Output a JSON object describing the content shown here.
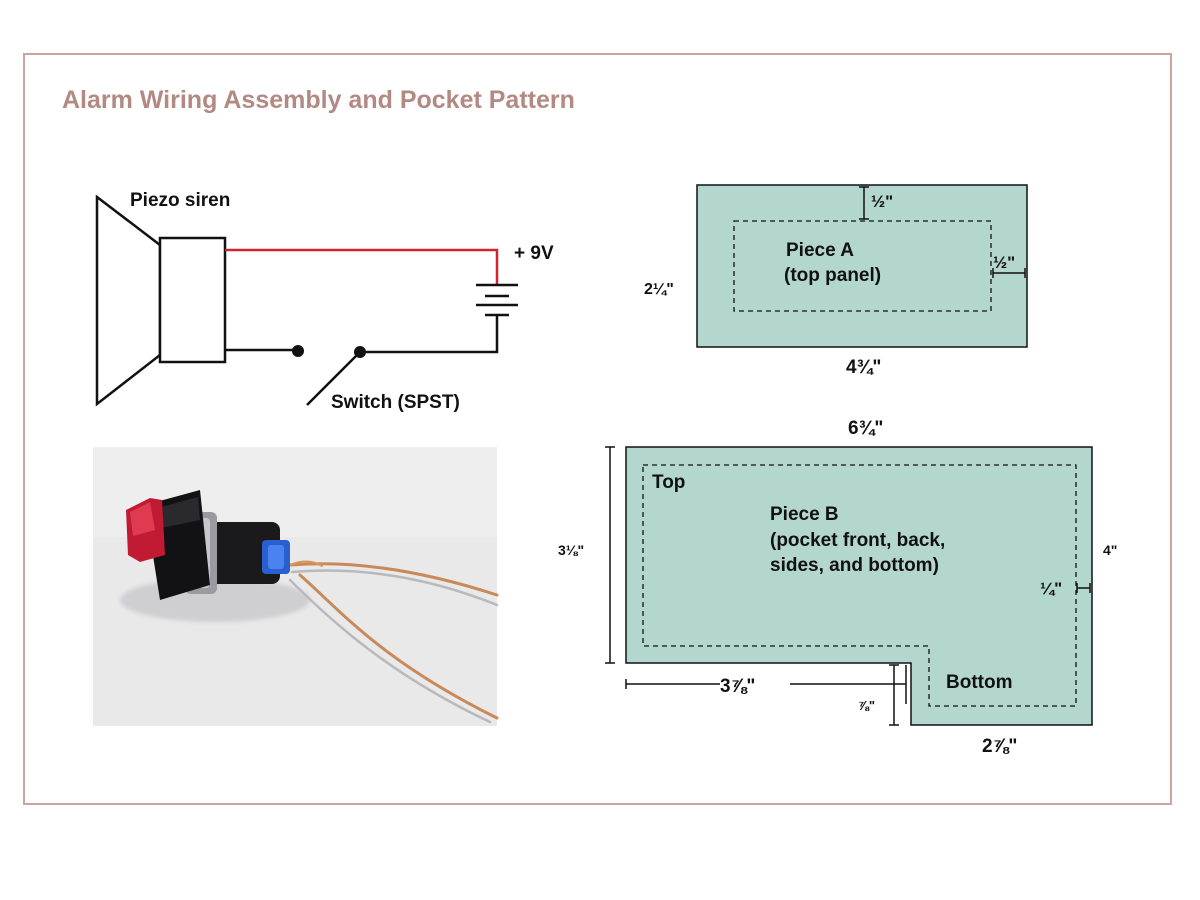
{
  "title": "Alarm Wiring Assembly and Pocket Pattern",
  "wiring": {
    "siren_label": "Piezo siren",
    "battery_label": "+ 9V",
    "switch_label": "Switch (SPST)"
  },
  "piece_a": {
    "name": "Piece A",
    "desc": "(top panel)",
    "seam_top": "½\"",
    "seam_right": "½\"",
    "height": "2¼\"",
    "width": "4¾\""
  },
  "piece_b": {
    "name": "Piece B",
    "desc_line1": "(pocket front, back,",
    "desc_line2": "sides, and bottom)",
    "top_label": "Top",
    "bottom_label": "Bottom",
    "width_top": "6¾\"",
    "height_left": "3⅛\"",
    "height_right": "4\"",
    "seam": "¼\"",
    "width_bottom_left": "3⅞\"",
    "notch_height": "⅞\"",
    "width_bottom": "2⅞\""
  },
  "colors": {
    "title": "#b28a83",
    "frame": "#c9a5a0",
    "pattern_fill": "#b3d6ce",
    "red_wire": "#d0242b"
  }
}
